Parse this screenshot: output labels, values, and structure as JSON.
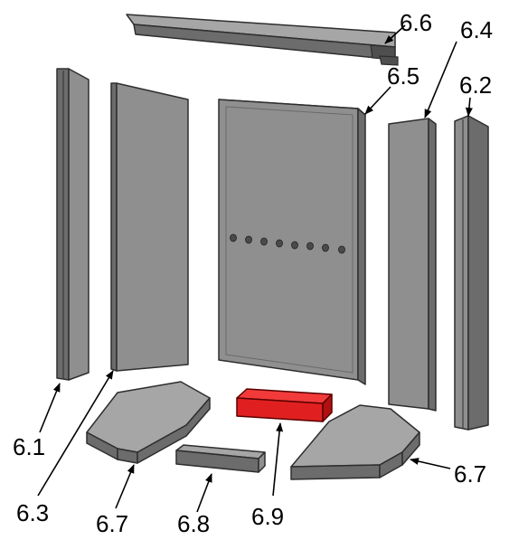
{
  "callouts": {
    "c61": "6.1",
    "c62": "6.2",
    "c63": "6.3",
    "c64": "6.4",
    "c65": "6.5",
    "c66": "6.6",
    "c67a": "6.7",
    "c67b": "6.7",
    "c68": "6.8",
    "c69": "6.9"
  },
  "colors": {
    "part_grey": "#8f8f8f",
    "highlight": "#e02020"
  }
}
